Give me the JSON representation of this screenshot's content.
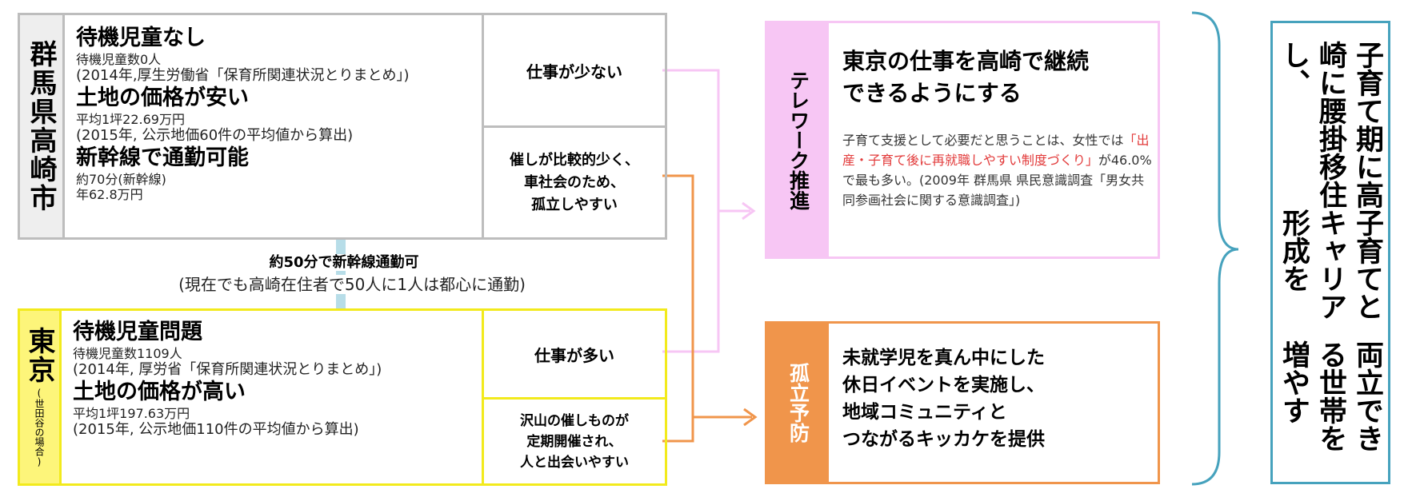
{
  "colors": {
    "gunma_border": "#bdbdbd",
    "tokyo_border": "#f2ea1c",
    "tokyo_label_bg": "#fdf57a",
    "telework": "#f7c6f4",
    "isolation": "#f0954b",
    "result_border": "#46a2bd",
    "commute_bar": "#b7dde8",
    "brace": "#46a2bd",
    "highlight_red": "#e23a3a"
  },
  "gunma": {
    "label": "群馬県高崎市",
    "items": [
      {
        "heading": "待機児童なし",
        "lines": [
          "待機児童数0人",
          "(2014年,厚生労働省「保育所関連状況とりまとめ」)"
        ]
      },
      {
        "heading": "土地の価格が安い",
        "lines": [
          "平均1坪22.69万円",
          "(2015年, 公示地価60件の平均値から算出)"
        ]
      },
      {
        "heading": "新幹線で通勤可能",
        "lines": [
          "約70分(新幹線)",
          "年62.8万円"
        ]
      }
    ],
    "cell_work": "仕事が少ない",
    "cell_social": [
      "催しが比較的少く、",
      "車社会のため、",
      "孤立しやすい"
    ]
  },
  "commute": {
    "line1": "約50分で新幹線通勤可",
    "line2": "(現在でも高崎在住者で50人に1人は都心に通勤)"
  },
  "tokyo": {
    "label": "東京",
    "label_sub": "(世田谷の場合)",
    "items": [
      {
        "heading": "待機児童問題",
        "lines": [
          "待機児童数1109人",
          "(2014年, 厚労省「保育所関連状況とりまとめ」)"
        ]
      },
      {
        "heading": "土地の価格が高い",
        "lines": [
          "平均1坪197.63万円",
          "(2015年, 公示地価110件の平均値から算出)"
        ]
      }
    ],
    "cell_work": "仕事が多い",
    "cell_social": [
      "沢山の催しものが",
      "定期開催され、",
      "人と出会いやすい"
    ]
  },
  "telework": {
    "label": "テレワーク推進",
    "title": [
      "東京の仕事を高崎で継続",
      "できるようにする"
    ],
    "body_pre": "子育て支援として必要だと思うことは、女性では",
    "body_red": "「出産・子育て後に再就職しやすい制度づくり」",
    "body_post": "が46.0%で最も多い。(2009年 群馬県 県民意識調査「男女共同参画社会に関する意識調査」)"
  },
  "isolation": {
    "label": "孤立予防",
    "body": [
      "未就学児を真ん中にした",
      "休日イベントを実施し、",
      "地域コミュニティと",
      "つながるキッカケを提供"
    ]
  },
  "result": {
    "text": [
      "子育て期に高崎に腰掛移住し、",
      "子育てとキャリア形成を",
      "両立できる世帯を増やす"
    ]
  }
}
